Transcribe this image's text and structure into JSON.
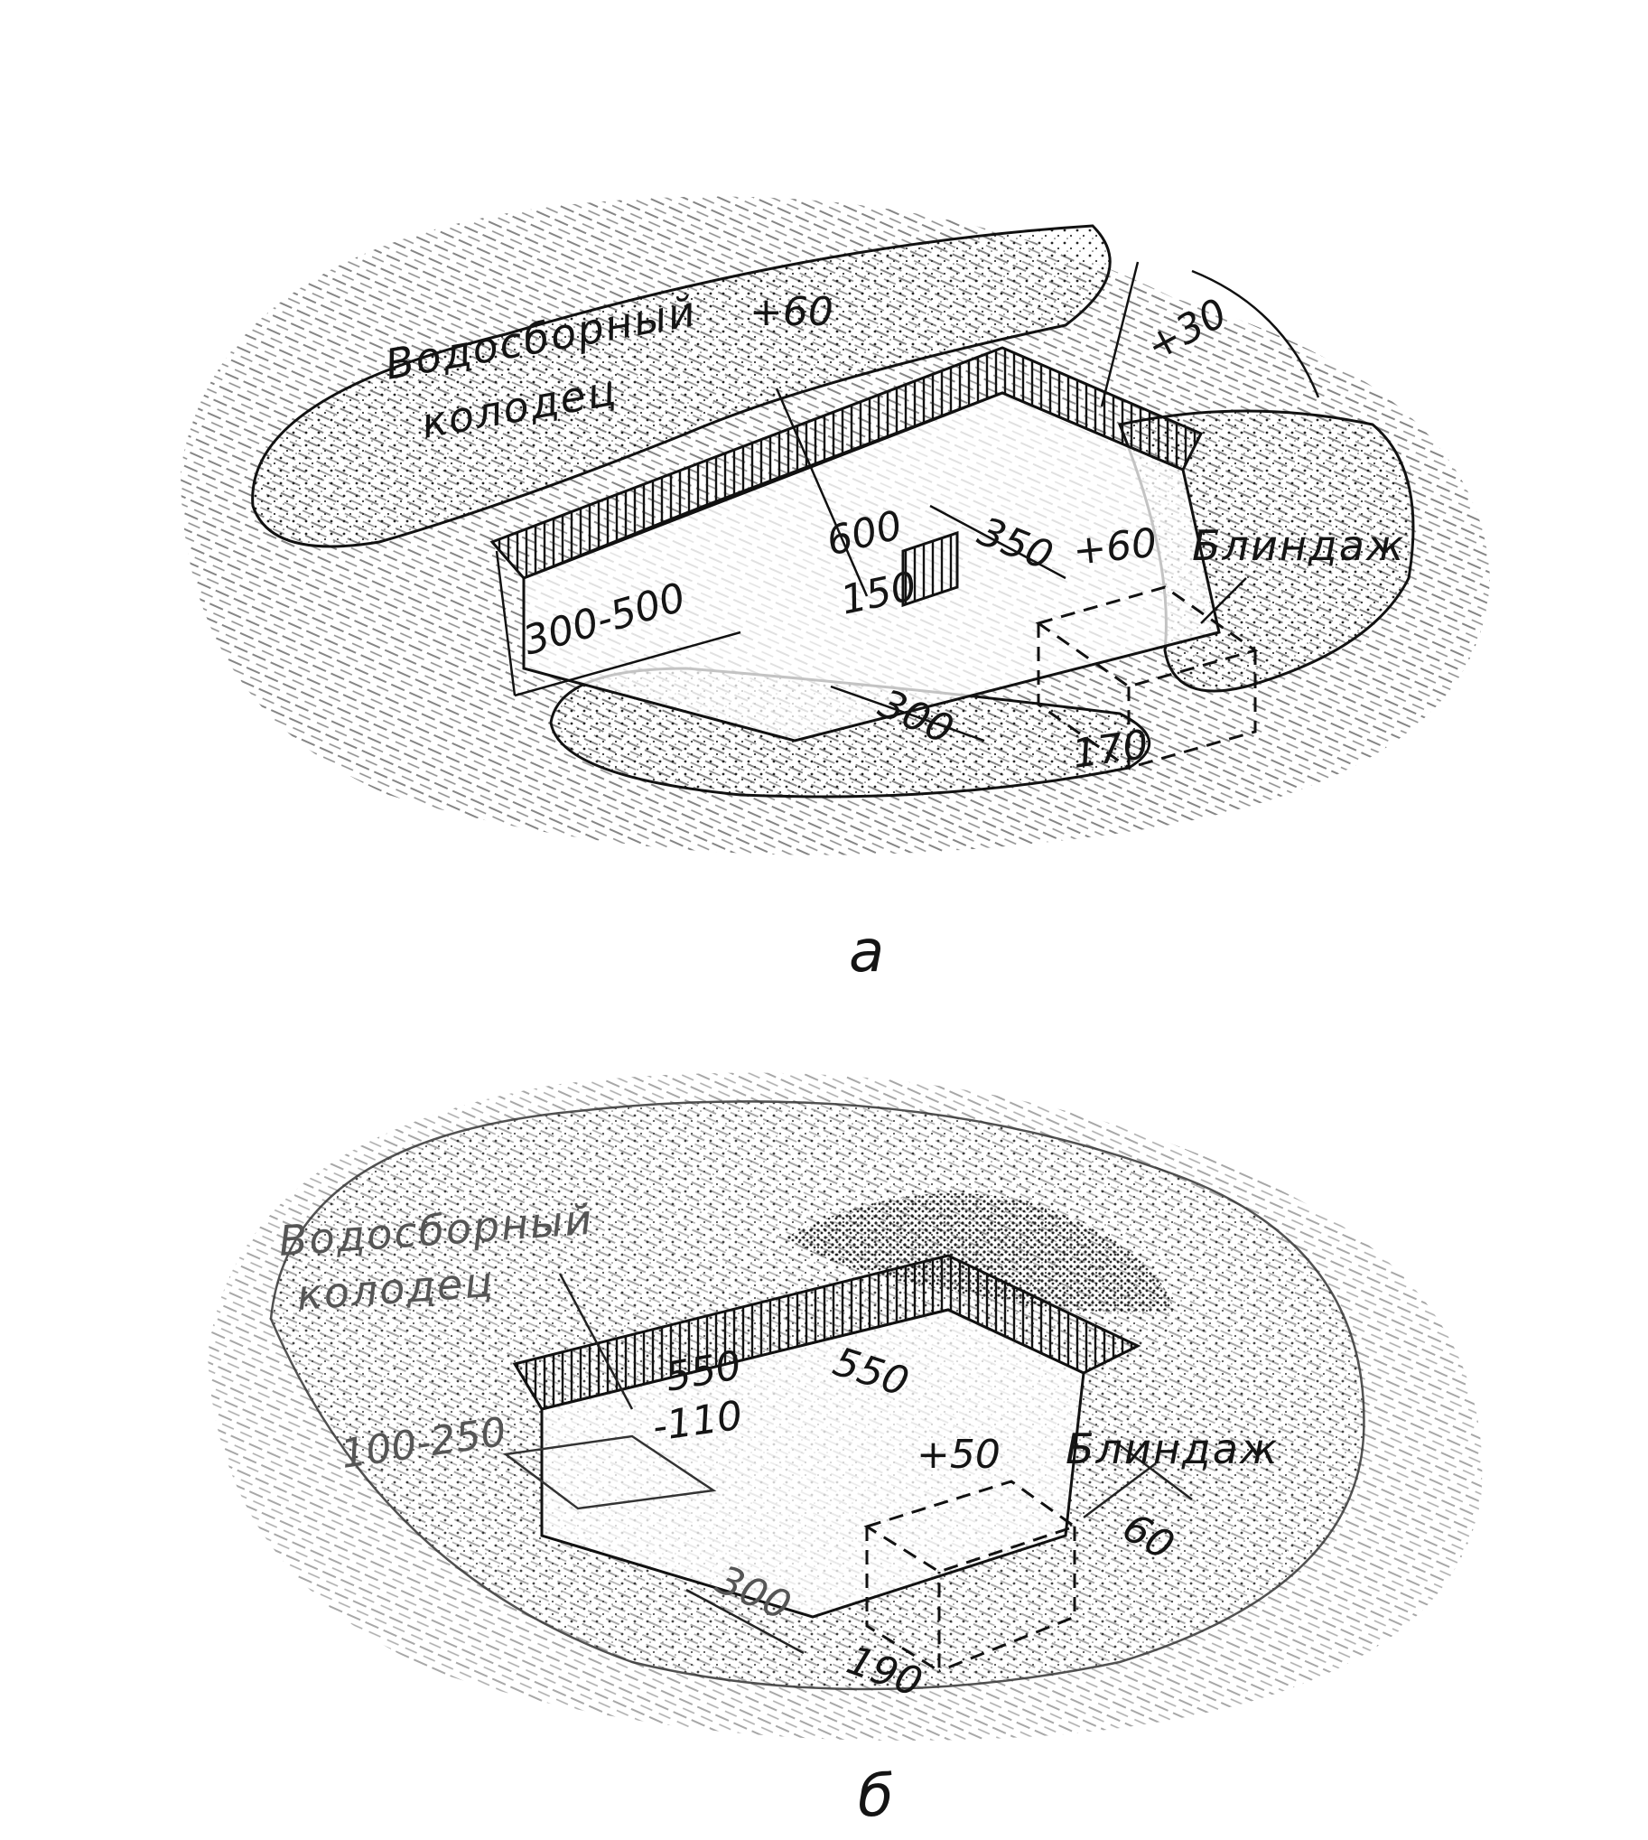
{
  "figure_a": {
    "caption": "а",
    "labels": {
      "well": [
        "Водосборный",
        "колодец"
      ],
      "dugout": "Блиндаж"
    },
    "dimensions": {
      "left_parapet": "+60",
      "right_parapet": "+30",
      "length": "600",
      "width": "300-500",
      "dugout_length": "350",
      "dugout_height": "+60",
      "step": "150",
      "front": "300",
      "dugout_width": "170"
    }
  },
  "figure_b": {
    "caption": "б",
    "labels": {
      "well": [
        "Водосборный",
        "колодец"
      ],
      "dugout": "Блиндаж"
    },
    "dimensions": {
      "length": "550",
      "width": "100-250",
      "dugout_length": "550",
      "depth": "-110",
      "dugout_height": "+50",
      "side": "60",
      "front": "300",
      "dugout_width": "190"
    }
  }
}
